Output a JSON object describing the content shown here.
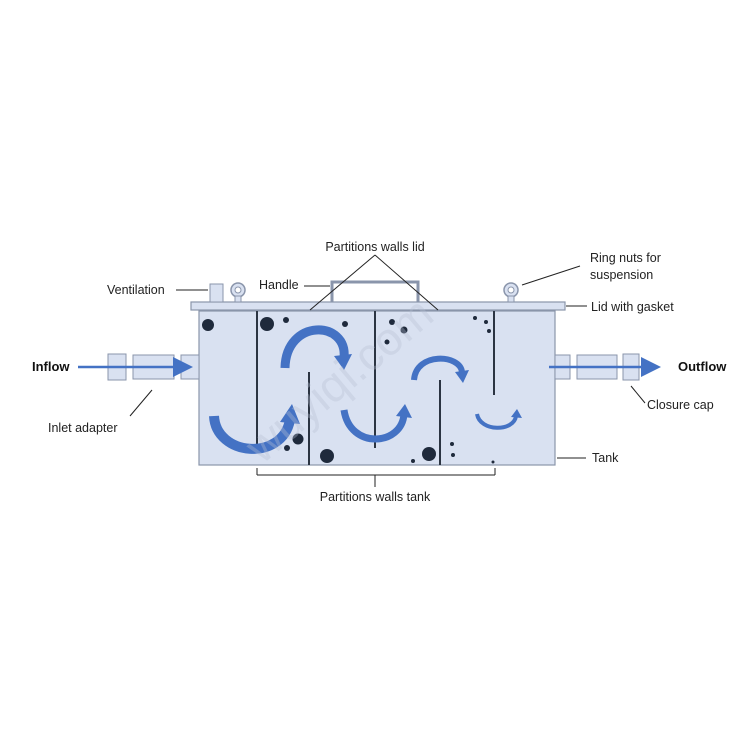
{
  "labels": {
    "partitions_walls_lid": "Partitions walls lid",
    "ring_nuts_line1": "Ring nuts for",
    "ring_nuts_line2": "suspension",
    "ventilation": "Ventilation",
    "handle": "Handle",
    "lid_with_gasket": "Lid with gasket",
    "inflow": "Inflow",
    "outflow": "Outflow",
    "inlet_adapter": "Inlet adapter",
    "closure_cap": "Closure cap",
    "tank": "Tank",
    "partitions_walls_tank": "Partitions walls tank"
  },
  "watermark": "wuyiqi.com",
  "colors": {
    "tank_fill": "#d9e1f1",
    "outline": "#8a95ab",
    "arrow_blue": "#4472c4",
    "particle": "#1f2a3c",
    "wall": "#2b3442"
  }
}
